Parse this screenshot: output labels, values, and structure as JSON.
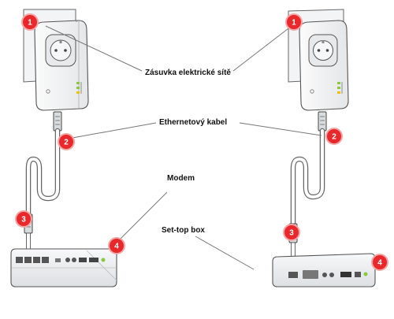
{
  "labels": {
    "power_socket": "Zásuvka elektrické sítě",
    "ethernet_cable": "Ethernetový kabel",
    "modem": "Modem",
    "set_top_box": "Set-top box"
  },
  "badges": {
    "socket": "1",
    "cable": "2",
    "port": "3",
    "device": "4"
  },
  "colors": {
    "badge_fill": "#e8282a",
    "badge_ring": "#f4a5a5",
    "line": "#777777",
    "device_body": "#eef0f2",
    "device_outline": "#555555",
    "led_green": "#8dc63f",
    "led_yellow": "#f2c200"
  },
  "icons": {
    "adapter": "powerline-adapter-icon",
    "socket_face": "power-socket-icon",
    "plug": "ethernet-plug-icon",
    "modem": "modem-icon",
    "stb": "set-top-box-icon"
  }
}
